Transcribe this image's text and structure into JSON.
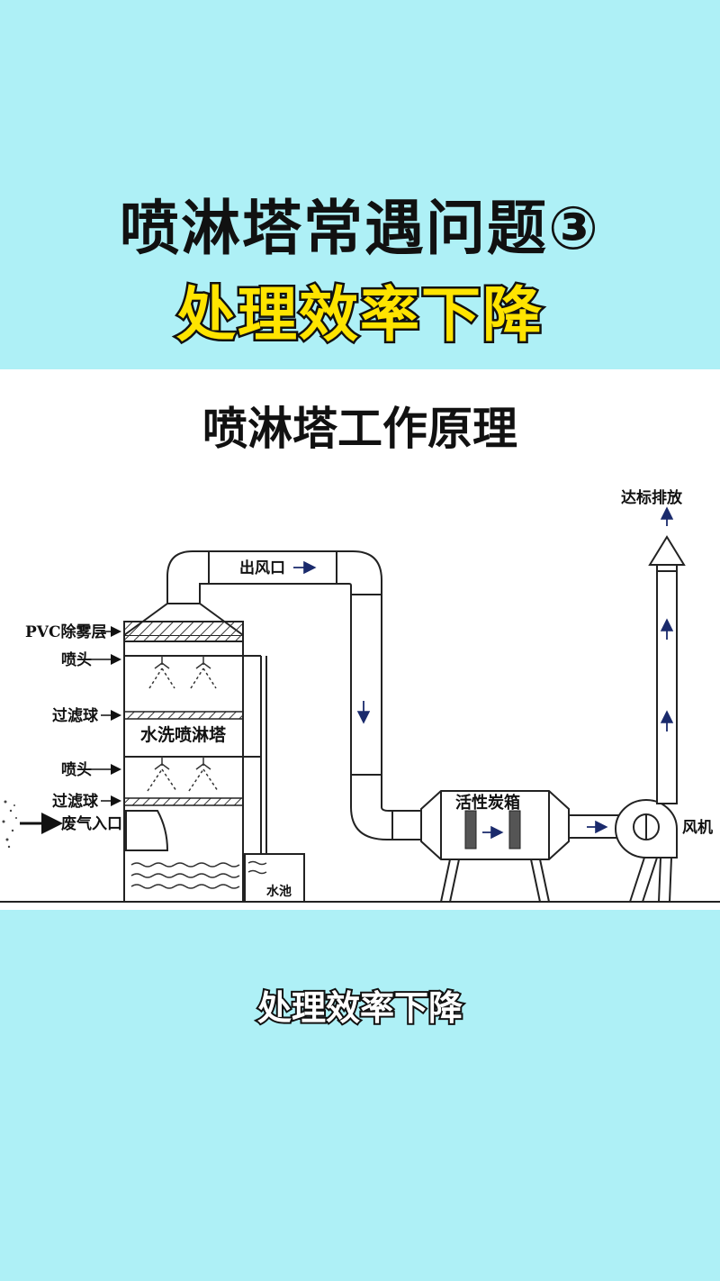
{
  "header": {
    "title": "喷淋塔常遇问题③",
    "subtitle": "处理效率下降"
  },
  "panel": {
    "title": "喷淋塔工作原理"
  },
  "diagram": {
    "labels": {
      "pvc_mist_layer": "PVC除雾层",
      "spray_head_upper": "喷头",
      "filter_ball_upper": "过滤球",
      "tower_name": "水洗喷淋塔",
      "spray_head_lower": "喷头",
      "filter_ball_lower": "过滤球",
      "waste_gas_inlet": "废气入口",
      "water_tank": "水池",
      "air_outlet": "出风口",
      "activated_carbon_box": "活性炭箱",
      "fan": "风机",
      "discharge": "达标排放"
    }
  },
  "caption": "处理效率下降"
}
